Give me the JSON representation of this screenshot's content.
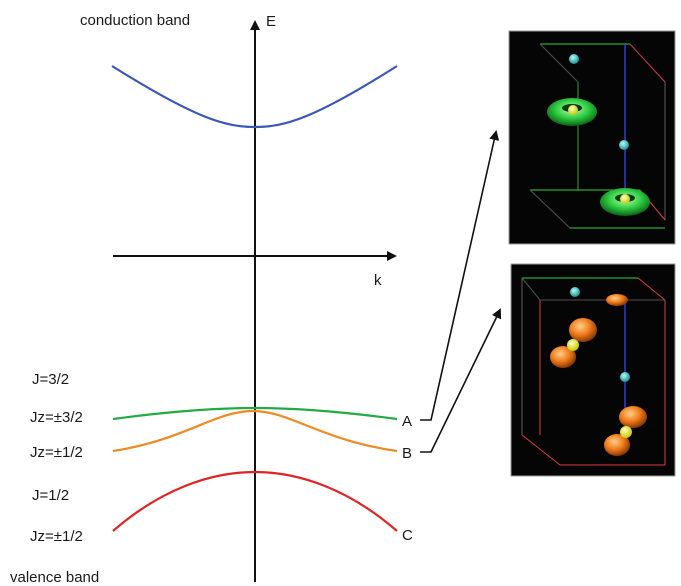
{
  "axes": {
    "y_label": "E",
    "x_label": "k"
  },
  "labels": {
    "conduction": "conduction band",
    "valence": "valence band",
    "j32": "J=3/2",
    "jz32": "Jz=±3/2",
    "jz12a": "Jz=±1/2",
    "j12": "J=1/2",
    "jz12b": "Jz=±1/2"
  },
  "bands": [
    {
      "id": "conduction",
      "color": "#3a57b8"
    },
    {
      "id": "A",
      "label": "A",
      "color": "#22aa44"
    },
    {
      "id": "B",
      "label": "B",
      "color": "#f08a24"
    },
    {
      "id": "C",
      "label": "C",
      "color": "#e02424"
    }
  ],
  "panels": [
    {
      "id": "orbital-A",
      "blob_color": "#2ecc40",
      "atom_color": "#e8e820",
      "ion_color": "#30c0c0"
    },
    {
      "id": "orbital-B",
      "blob_color": "#f07a1a",
      "atom_color": "#e8e820",
      "ion_color": "#30c0c0"
    }
  ]
}
